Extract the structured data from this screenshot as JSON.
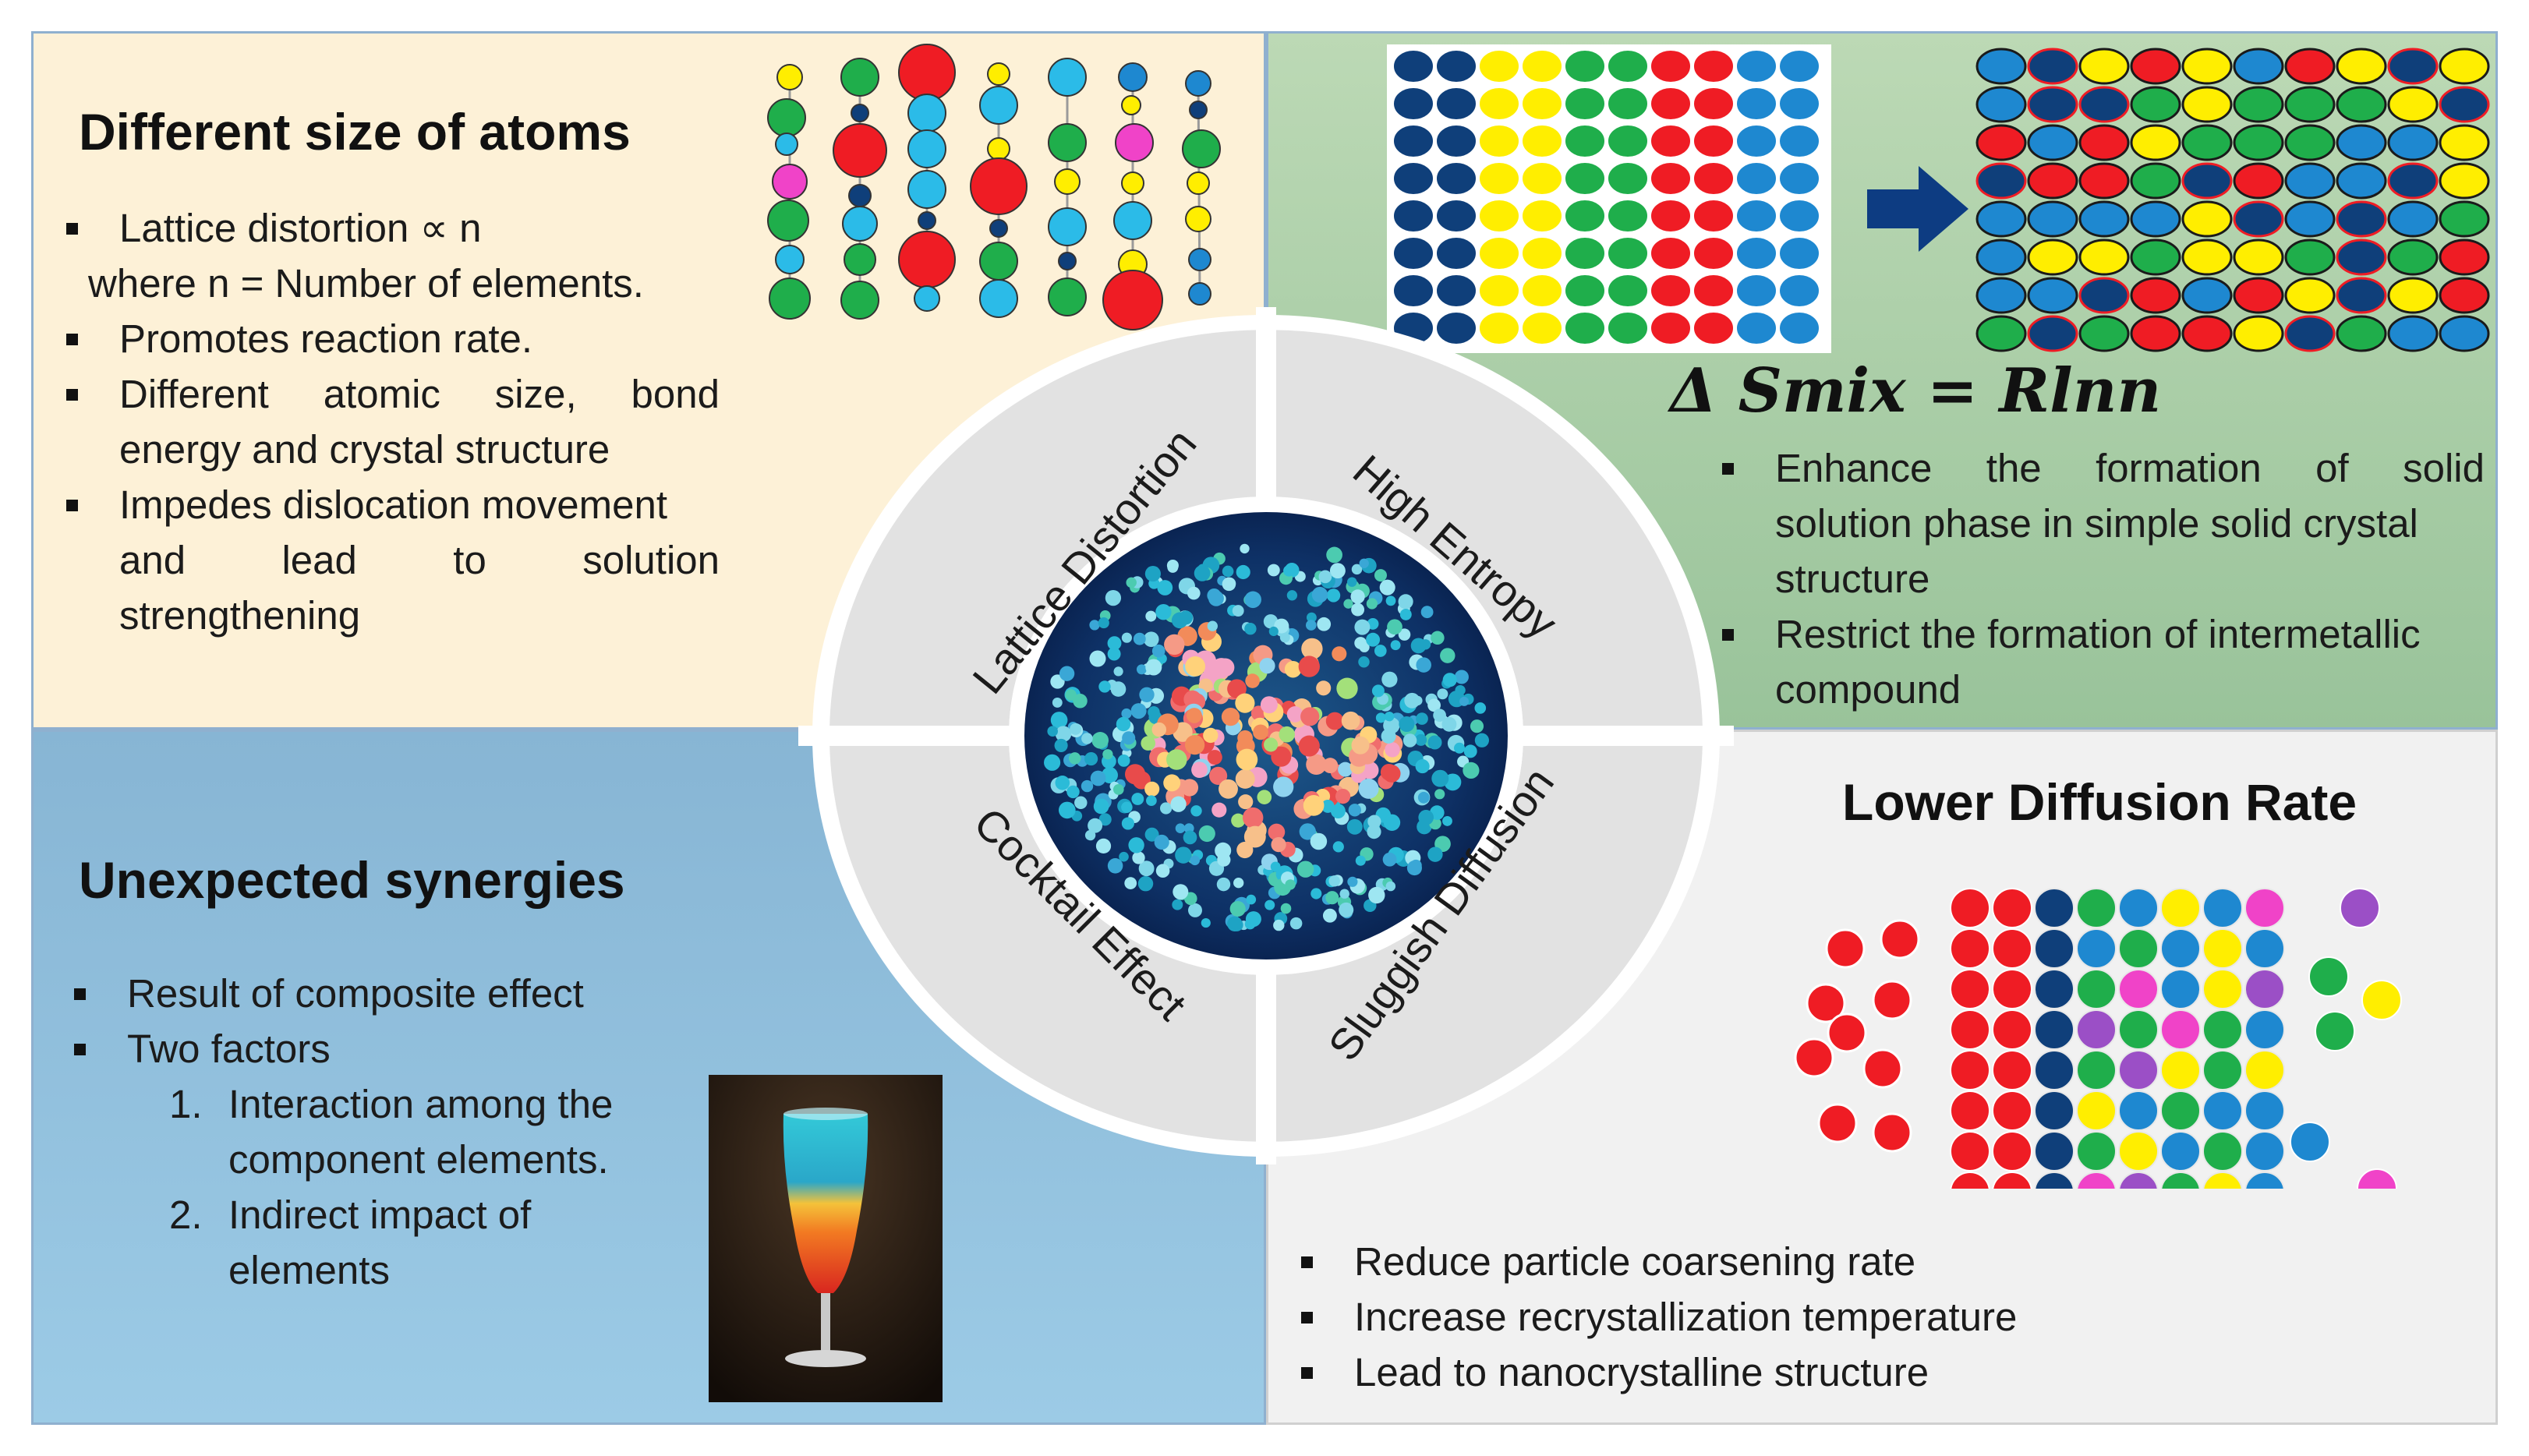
{
  "lattice": {
    "heading": "Different size of atoms",
    "bullets": [
      {
        "text": "Lattice distortion ∝ n"
      },
      {
        "text": "where n = Number of elements.",
        "continuation": true
      },
      {
        "text": "Promotes reaction rate."
      },
      {
        "text": "Different atomic size, bond"
      },
      {
        "text": "energy and crystal structure",
        "continuation": true
      },
      {
        "text": "Impedes dislocation movement"
      },
      {
        "text": "and lead to solution"
      },
      {
        "text": "strengthening",
        "continuation": true
      }
    ]
  },
  "entropy": {
    "formula": "Δ Smix = Rlnn",
    "bullets": [
      "Enhance the formation of solid",
      "solution phase in simple solid crystal",
      "structure",
      "Restrict the formation of intermetallic",
      "compound"
    ]
  },
  "cocktail": {
    "heading": "Unexpected synergies",
    "bullets": [
      "Result of composite effect",
      "Two factors"
    ],
    "factors": [
      {
        "num": "1.",
        "lines": [
          "Interaction among the",
          "component elements."
        ]
      },
      {
        "num": "2.",
        "lines": [
          "Indirect impact of",
          "elements"
        ]
      }
    ]
  },
  "diffusion": {
    "heading": "Lower Diffusion Rate",
    "bullets": [
      "Reduce particle coarsening rate",
      "Increase recrystallization temperature",
      "Lead to nanocrystalline structure"
    ]
  },
  "wheel": {
    "segments": [
      "Lattice Distortion",
      "High Entropy",
      "Cocktail Effect",
      "Sluggish Diffusion"
    ]
  },
  "colors": {
    "red": "#ef1c24",
    "yellow": "#ffee00",
    "green": "#1fae4b",
    "blue": "#1e88d0",
    "navy": "#0f3f7a",
    "cyan": "#2bbbe8",
    "magenta": "#f043c8",
    "purple": "#9b4fc6",
    "arrow": "#0d3c82",
    "segment": "#e2e2e2"
  }
}
